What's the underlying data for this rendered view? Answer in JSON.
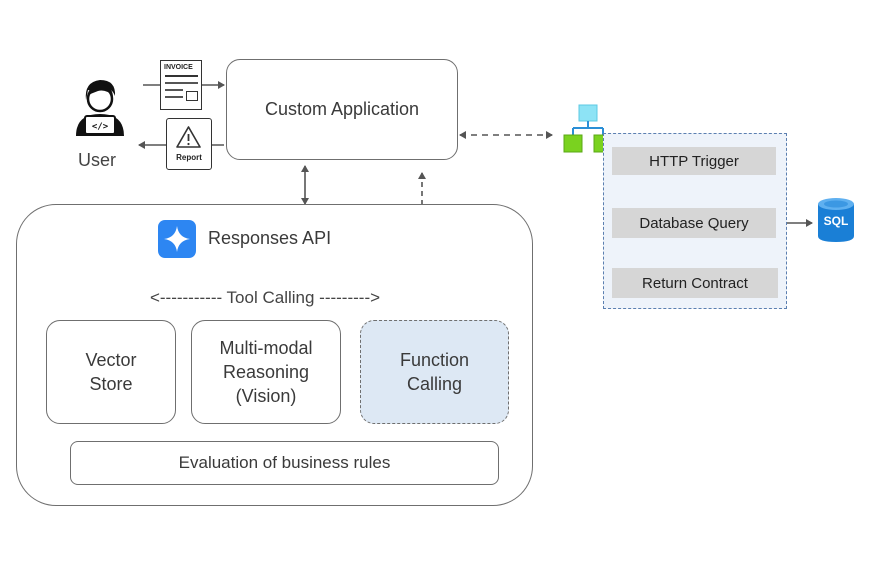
{
  "user": {
    "label": "User"
  },
  "invoice": {
    "label": "INVOICE"
  },
  "report": {
    "label": "Report"
  },
  "custom_app": {
    "label": "Custom Application"
  },
  "responses_api": {
    "title": "Responses API"
  },
  "tool_calling": {
    "label": "<----------- Tool Calling --------->"
  },
  "capabilities": {
    "vector_store": "Vector\nStore",
    "multimodal": "Multi-modal\nReasoning\n(Vision)",
    "function_calling": "Function\nCalling"
  },
  "evaluation": {
    "label": "Evaluation of business rules"
  },
  "workflow": {
    "steps": [
      "HTTP Trigger",
      "Database Query",
      "Return Contract"
    ]
  },
  "sql": {
    "label": "SQL"
  },
  "colors": {
    "function_fill": "#dde8f4",
    "workflow_border": "#5b7fb0",
    "workflow_fill": "#eef3fa",
    "step_fill": "#d6d6d6",
    "logic_app_cyan": "#8de3f5",
    "logic_app_green": "#7ad21f",
    "sql_blue": "#1a7fd6",
    "api_icon_blue": "#2d86f2"
  },
  "icons": [
    "user-developer-icon",
    "invoice-document-icon",
    "report-warning-icon",
    "responses-api-sparkle-icon",
    "logic-app-icon",
    "sql-database-icon"
  ]
}
